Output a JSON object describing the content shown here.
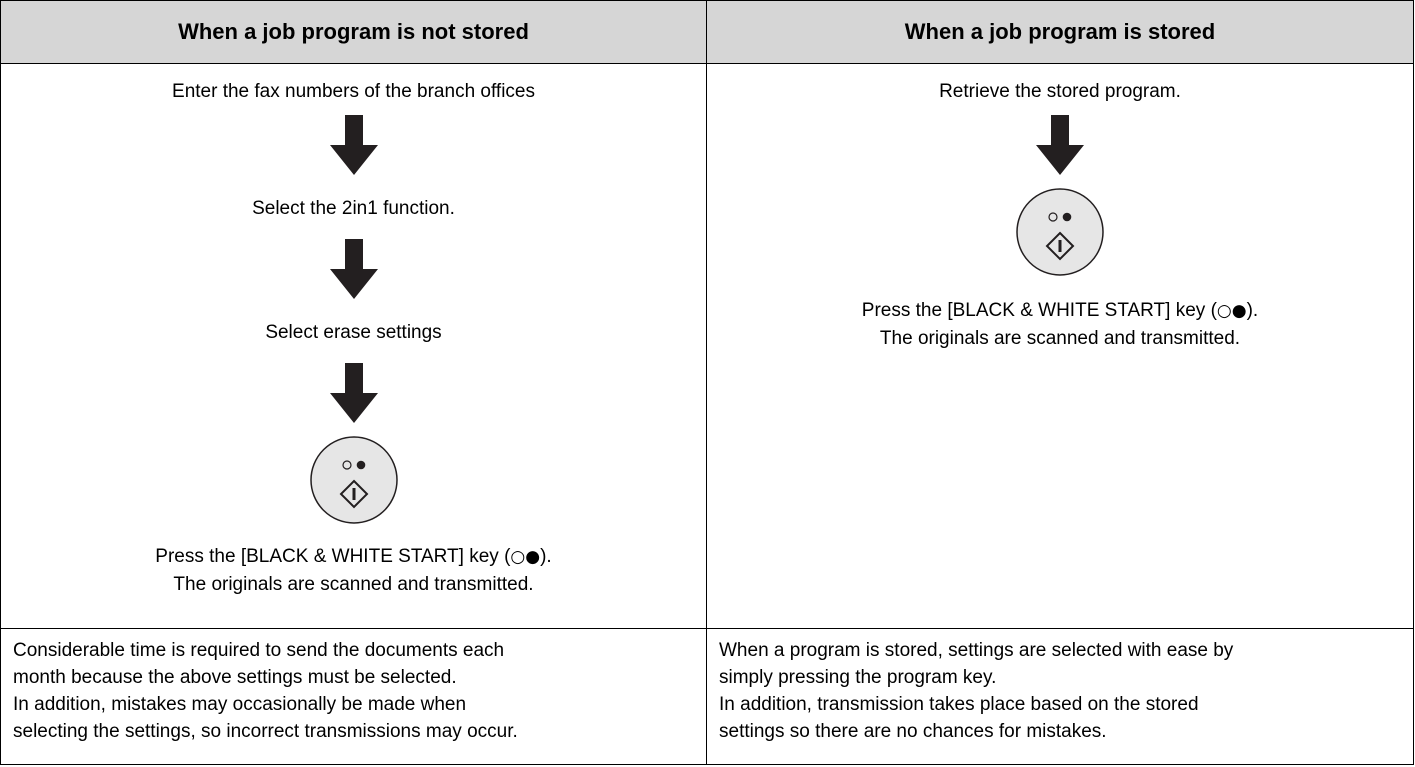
{
  "headers": {
    "left": "When a job program is not stored",
    "right": "When a job program is stored"
  },
  "left_flow": {
    "step1": "Enter the fax numbers of the branch offices",
    "step2": "Select the 2in1 function.",
    "step3": "Select erase settings",
    "final_line1_pre": "Press the [BLACK & WHITE START] key (",
    "final_line1_sym": "○●",
    "final_line1_post": ").",
    "final_line2": "The originals are scanned and transmitted."
  },
  "right_flow": {
    "step1": "Retrieve the stored program.",
    "final_line1_pre": "Press the [BLACK & WHITE START] key (",
    "final_line1_sym": "○●",
    "final_line1_post": ").",
    "final_line2": "The originals are scanned and transmitted."
  },
  "notes": {
    "left": [
      "Considerable time is required to send the documents each",
      "month because the above settings must be selected.",
      "In addition, mistakes may occasionally be made when",
      "selecting the settings, so incorrect transmissions may occur."
    ],
    "right": [
      "When a program is stored, settings are selected with ease by",
      "simply pressing the program key.",
      "In addition, transmission takes place based on the stored",
      "settings so there are no chances for mistakes."
    ]
  },
  "icons": {
    "arrow": "down-arrow-icon",
    "start_key": "black-white-start-key-icon"
  },
  "colors": {
    "header_bg": "#d6d6d6",
    "key_fill": "#e6e6e6"
  }
}
